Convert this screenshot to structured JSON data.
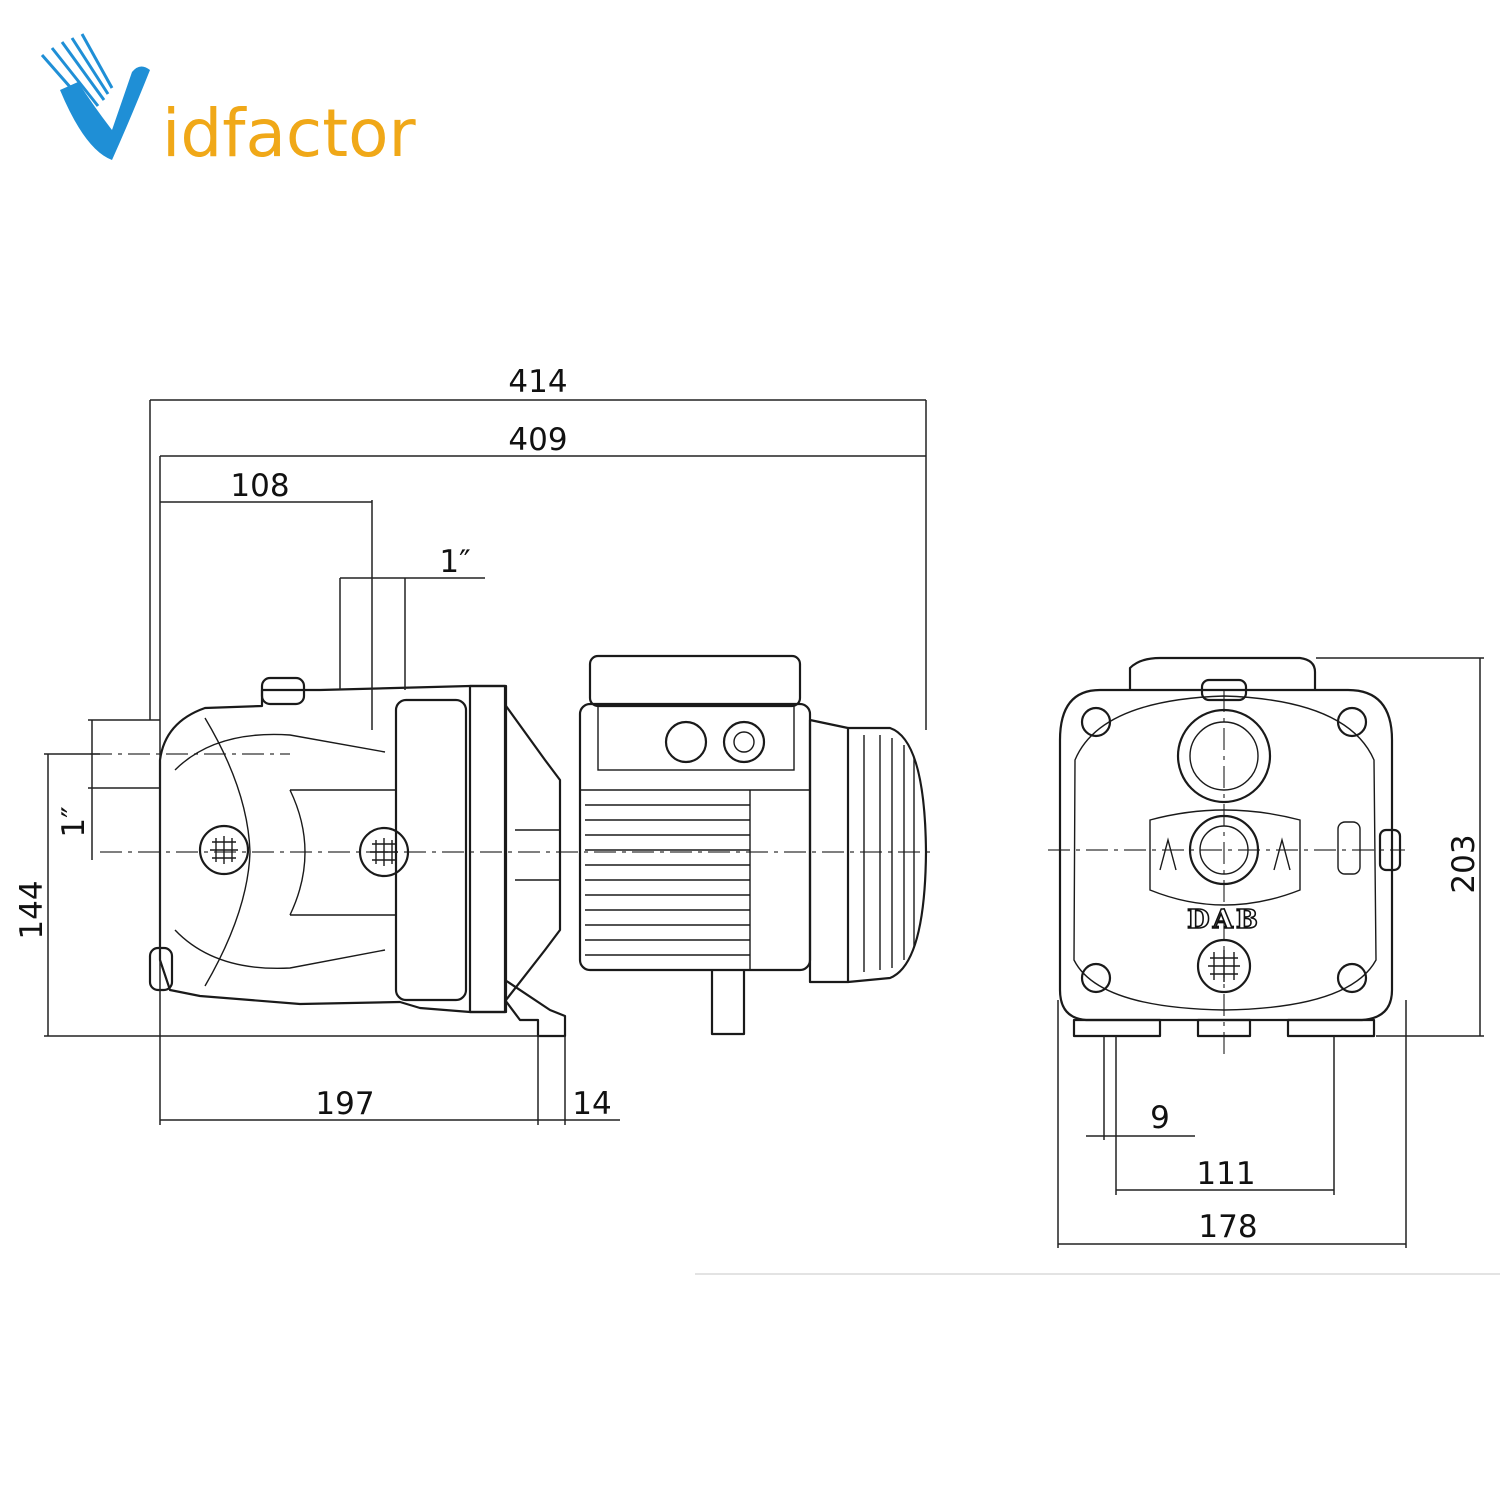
{
  "logo": {
    "brand_v": "V",
    "brand_rest": "idfactor",
    "blue": "#1f8fd6",
    "orange": "#f0a818"
  },
  "side_view": {
    "dim_overall_length": "414",
    "dim_body_length": "409",
    "dim_suction_to_outlet": "108",
    "dim_outlet_diameter": "1″",
    "dim_inlet_diameter": "1″",
    "dim_axis_height": "144",
    "dim_base_length": "197",
    "dim_foot_width": "14"
  },
  "front_view": {
    "brand_label": "DAB",
    "dim_total_height": "203",
    "dim_foot_slot": "9",
    "dim_foot_spacing": "111",
    "dim_total_width": "178"
  }
}
